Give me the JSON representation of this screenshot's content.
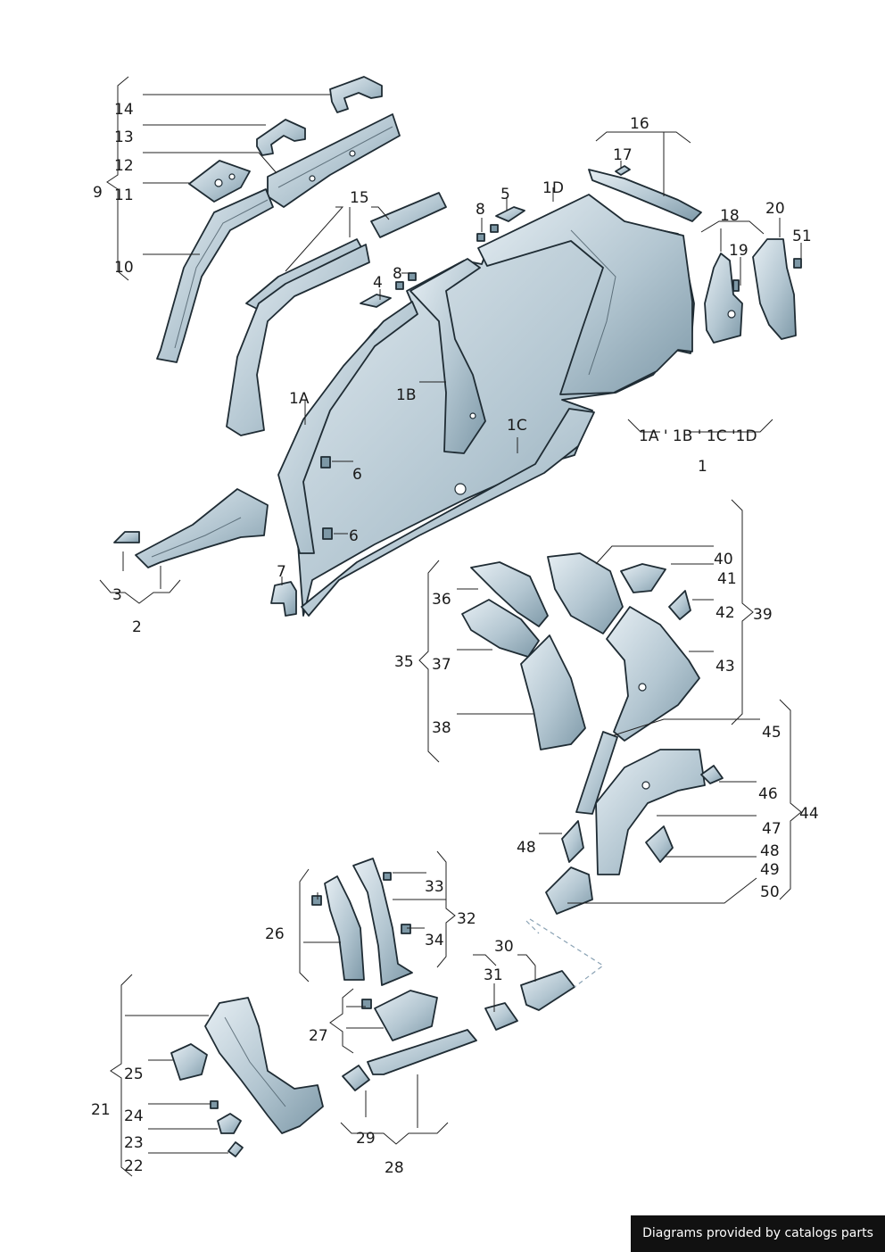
{
  "diagram": {
    "labels": {
      "l1": "1",
      "l1A": "1A",
      "l1B": "1B",
      "l1C": "1C",
      "l1D": "1D",
      "l1group": "1A ' 1B ' 1C '1D",
      "l2": "2",
      "l3": "3",
      "l4": "4",
      "l5": "5",
      "l6a": "6",
      "l6b": "6",
      "l7": "7",
      "l8a": "8",
      "l8b": "8",
      "l9": "9",
      "l10": "10",
      "l11": "11",
      "l12": "12",
      "l13": "13",
      "l14": "14",
      "l15": "15",
      "l16": "16",
      "l17": "17",
      "l18": "18",
      "l19": "19",
      "l20": "20",
      "l21": "21",
      "l22": "22",
      "l23": "23",
      "l24": "24",
      "l25": "25",
      "l26": "26",
      "l27": "27",
      "l28": "28",
      "l29": "29",
      "l30": "30",
      "l31": "31",
      "l32": "32",
      "l33": "33",
      "l34": "34",
      "l35": "35",
      "l36": "36",
      "l37": "37",
      "l38": "38",
      "l39": "39",
      "l40": "40",
      "l41": "41",
      "l42": "42",
      "l43": "43",
      "l44": "44",
      "l45": "45",
      "l46": "46",
      "l47": "47",
      "l48a": "48",
      "l48b": "48",
      "l49": "49",
      "l50": "50",
      "l51": "51"
    }
  },
  "credit": "Diagrams provided by catalogs parts"
}
